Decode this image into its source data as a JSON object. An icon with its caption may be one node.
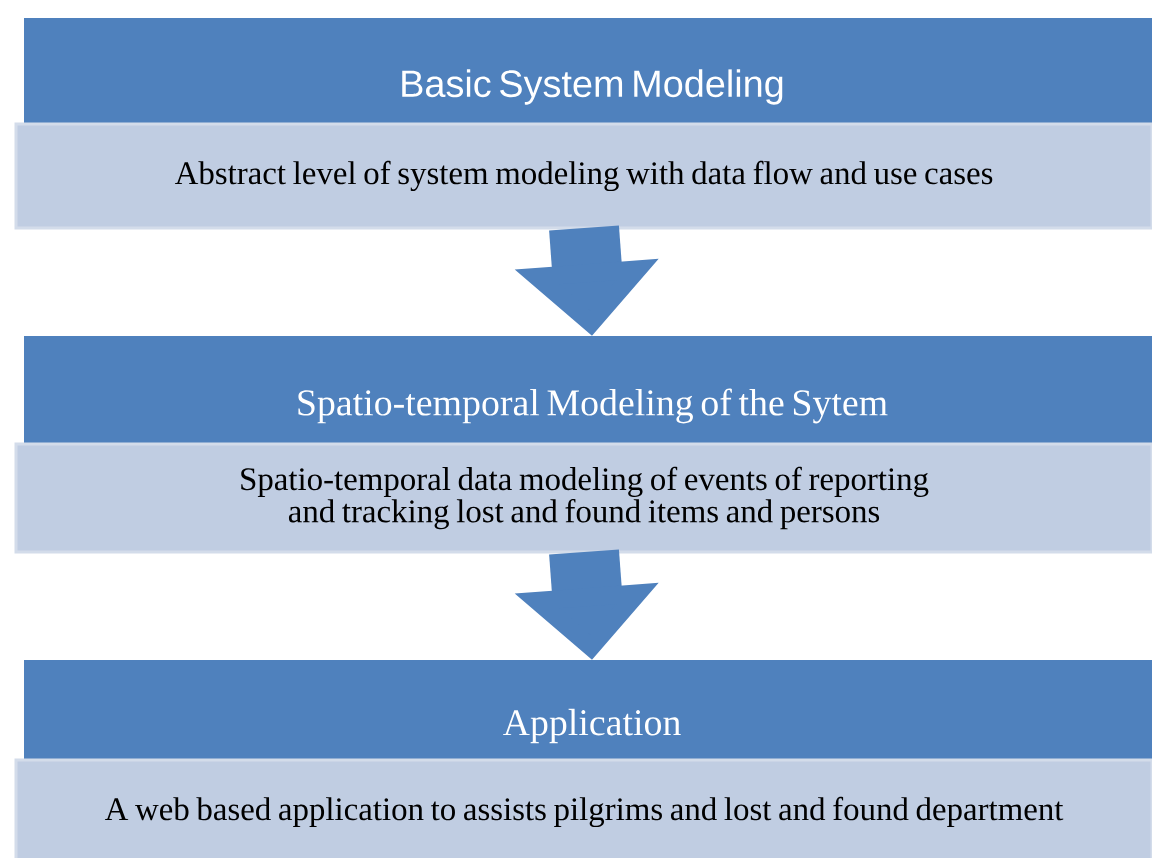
{
  "diagram": {
    "nodes": [
      {
        "text": [
          "Basic System Modeling"
        ]
      },
      {
        "text": [
          "Abstract level of system modeling with data flow and use cases"
        ]
      },
      {
        "text": [
          "Spatio-temporal Modeling of the Sytem"
        ]
      },
      {
        "text": [
          "Spatio-temporal data modeling of events of reporting and tracking lost and found items and persons"
        ]
      },
      {
        "text": [
          "Application"
        ]
      },
      {
        "text": [
          "A web based application to assists pilgrims and lost and found department"
        ]
      }
    ],
    "edges": [
      {
        "from": 1,
        "to": 2,
        "arrow": "to"
      },
      {
        "from": 3,
        "to": 4,
        "arrow": "to"
      }
    ]
  }
}
